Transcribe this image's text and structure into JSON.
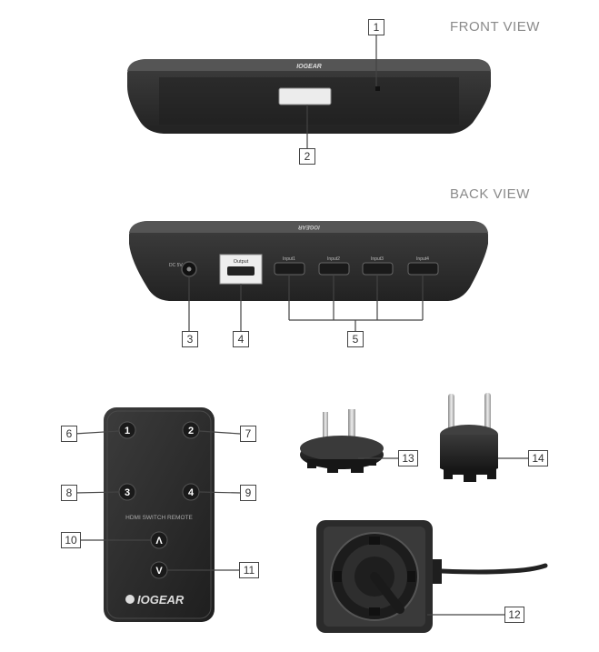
{
  "front_view_label": "FRONT VIEW",
  "back_view_label": "BACK VIEW",
  "brand_logo": "IOGEAR",
  "dc_label": "DC 5V",
  "ports": {
    "output": "Output",
    "input1": "Input1",
    "input2": "Input2",
    "input3": "Input3",
    "input4": "Input4"
  },
  "remote": {
    "btn1": "1",
    "btn2": "2",
    "btn3": "3",
    "btn4": "4",
    "btn_up": "Λ",
    "btn_down": "V",
    "caption": "HDMI SWITCH REMOTE",
    "logo": "IOGEAR"
  },
  "callouts": {
    "c1": "1",
    "c2": "2",
    "c3": "3",
    "c4": "4",
    "c5": "5",
    "c6": "6",
    "c7": "7",
    "c8": "8",
    "c9": "9",
    "c10": "10",
    "c11": "11",
    "c12": "12",
    "c13": "13",
    "c14": "14"
  },
  "colors": {
    "device_dark": "#2a2a2a",
    "device_top": "#4a4a4a",
    "callout_border": "#444444",
    "label_gray": "#8a8a8a"
  }
}
